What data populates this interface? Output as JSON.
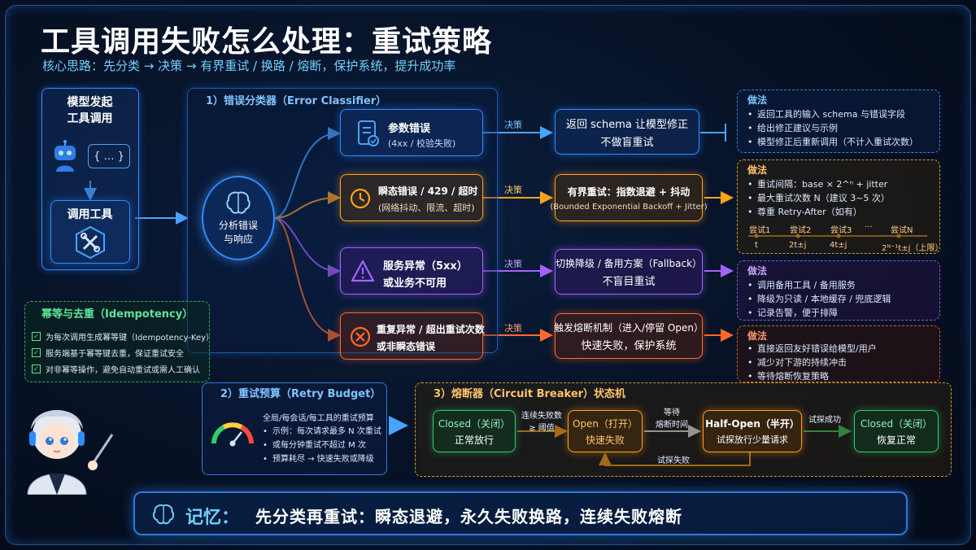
{
  "header": {
    "title": "工具调用失败怎么处理：重试策略",
    "subtitle": "核心思路：先分类 → 决策 → 有界重试 / 换路 / 熔断，保护系统，提升成功率"
  },
  "left": {
    "start_title_1": "模型发起",
    "start_title_2": "工具调用",
    "call_glyph": "{ … }",
    "tool_label": "调用工具"
  },
  "classifier": {
    "title": "1）错误分类器（Error Classifier）",
    "brain_1": "分析错误",
    "brain_2": "与响应"
  },
  "errors": [
    {
      "title": "参数错误",
      "sub": "(4xx / 校验失败)"
    },
    {
      "title": "瞬态错误 / 429 / 超时",
      "sub": "(网络抖动、限流、超时)"
    },
    {
      "title": "服务异常（5xx）",
      "sub": "或业务不可用"
    },
    {
      "title": "重复异常 / 超出重试次数",
      "sub": "或非瞬态错误"
    }
  ],
  "decision_label": "决策",
  "decisions": [
    {
      "line1": "返回 schema 让模型修正",
      "line2": "不做盲重试"
    },
    {
      "line1": "有界重试：指数退避 + 抖动",
      "line2": "(Bounded Exponential Backoff + Jitter)"
    },
    {
      "line1": "切换降级 / 备用方案（Fallback）",
      "line2": "不盲目重试"
    },
    {
      "line1": "触发熔断机制（进入/停留 Open）",
      "line2": "快速失败，保护系统"
    }
  ],
  "practices": [
    {
      "title": "做法",
      "items": [
        "返回工具的输入 schema 与错误字段",
        "给出修正建议与示例",
        "模型修正后重新调用（不计入重试次数）"
      ]
    },
    {
      "title": "做法",
      "items": [
        "重试间隔：base × 2^ⁿ + jitter",
        "最大重试次数 N（建议 3~5 次）",
        "尊重 Retry-After（如有）"
      ],
      "timeline": {
        "tries": [
          "尝试1",
          "尝试2",
          "尝试3",
          "···",
          "尝试N"
        ],
        "times": [
          "t",
          "2t±j",
          "4t±j",
          "2ᴺ⁻¹t±j（上限）"
        ]
      }
    },
    {
      "title": "做法",
      "items": [
        "调用备用工具 / 备用服务",
        "降级为只读 / 本地缓存 / 兜底逻辑",
        "记录告警，便于排障"
      ]
    },
    {
      "title": "做法",
      "items": [
        "直接返回友好错误给模型/用户",
        "减少对下游的持续冲击",
        "等待熔断恢复策略"
      ]
    }
  ],
  "idempotency": {
    "title": "幂等与去重（Idempotency）",
    "items": [
      "为每次调用生成幂等键（Idempotency-Key）",
      "服务端基于幂等键去重，保证重试安全",
      "对非幂等操作，避免自动重试或需人工确认"
    ]
  },
  "budget": {
    "title": "2）重试预算（Retry Budget）",
    "line1": "全局/每会话/每工具的重试预算",
    "items": [
      "示例：每次请求最多 N 次重试",
      "或每分钟重试不超过 M 次",
      "预算耗尽 → 快速失败或降级"
    ]
  },
  "breaker": {
    "title": "3）熔断器（Circuit Breaker）状态机",
    "states": [
      {
        "name": "Closed（关闭）",
        "desc": "正常放行"
      },
      {
        "name": "Open（打开）",
        "desc": "快速失败"
      },
      {
        "name": "Half-Open（半开）",
        "desc": "试探放行少量请求"
      },
      {
        "name": "Closed（关闭）",
        "desc": "恢复正常"
      }
    ],
    "edges": {
      "fail_1": "连续失败数",
      "fail_2": "≥ 阈值",
      "wait_1": "等待",
      "wait_2": "熔断时间",
      "success": "试探成功",
      "probe_fail": "试探失败"
    }
  },
  "footer": {
    "label": "记忆：",
    "text": "先分类再重试：瞬态退避，永久失败换路，连续失败熔断"
  },
  "colors": {
    "blue": "#2f8cff",
    "orange": "#ffa31a",
    "purple": "#a662ff",
    "red": "#ff6a2a",
    "green": "#2ed06a",
    "cyan": "#6fd0ff"
  }
}
